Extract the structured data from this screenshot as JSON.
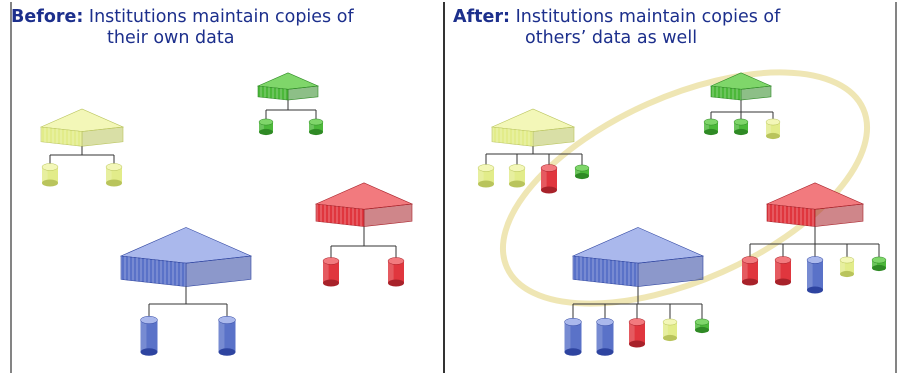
{
  "panels": [
    {
      "heading": "Before:",
      "text_line1": "Institutions maintain copies of",
      "text_line2": "their own data"
    },
    {
      "heading": "After:",
      "text_line1": "Institutions maintain copies of",
      "text_line2": "others’ data as well"
    }
  ],
  "colors": {
    "caption": "#1c2f8c",
    "green": "#4cb83a",
    "yellow": "#e2ec8a",
    "red": "#e0363e",
    "blue": "#5a72c8",
    "ring": "#efe6b4",
    "frame": "#333333"
  }
}
